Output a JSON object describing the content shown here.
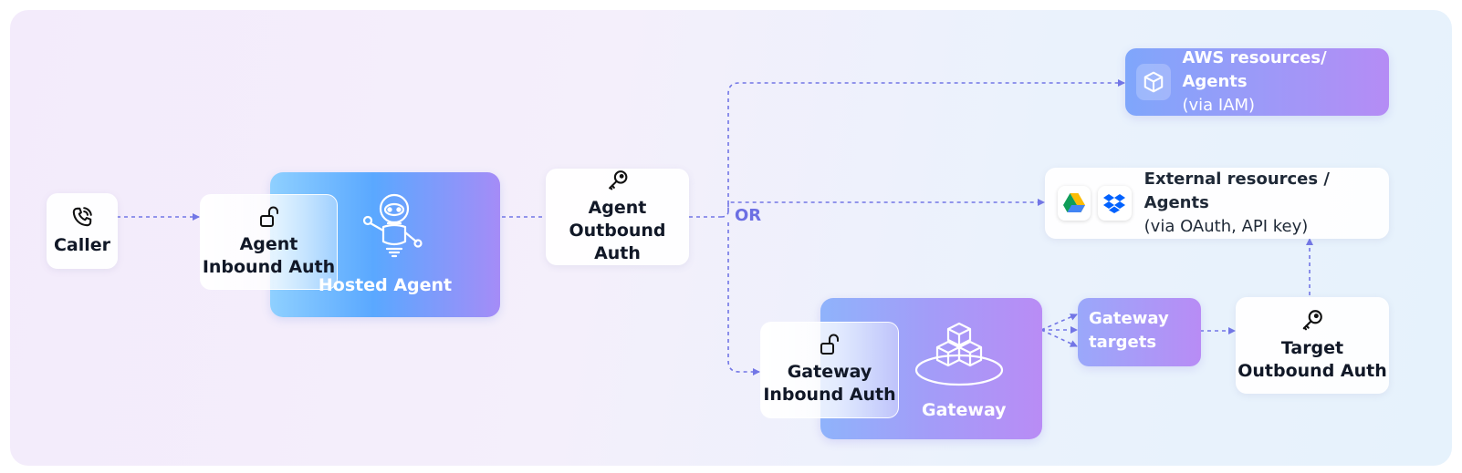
{
  "colors": {
    "arrow": "#7276e6",
    "agent_gradient": [
      "#8fd0ff",
      "#5aa8ff",
      "#a58cf7"
    ],
    "gateway_gradient": [
      "#8fb3fb",
      "#b98cf5"
    ],
    "aws_gradient": [
      "#7fa6fb",
      "#b58cf5"
    ]
  },
  "nodes": {
    "caller": {
      "label": "Caller",
      "icon": "phone-icon"
    },
    "agent_inbound": {
      "label": "Agent\nInbound Auth",
      "icon": "unlock-icon"
    },
    "hosted_agent": {
      "label": "Hosted Agent",
      "icon": "robot-icon"
    },
    "agent_outbound": {
      "label": "Agent\nOutbound Auth",
      "icon": "key-icon"
    },
    "or_label": "OR",
    "aws": {
      "title": "AWS resources/ Agents",
      "subtitle": "(via IAM)",
      "icon": "cube-icon"
    },
    "external": {
      "title": "External resources / Agents",
      "subtitle": "(via OAuth, API key)",
      "icons": [
        "google-drive-icon",
        "dropbox-icon"
      ]
    },
    "gateway_inbound": {
      "label": "Gateway\nInbound Auth",
      "icon": "unlock-icon"
    },
    "gateway": {
      "label": "Gateway",
      "icon": "stacked-cubes-icon"
    },
    "gateway_targets": {
      "label": "Gateway\ntargets"
    },
    "target_outbound": {
      "label": "Target\nOutbound Auth",
      "icon": "key-icon"
    }
  }
}
